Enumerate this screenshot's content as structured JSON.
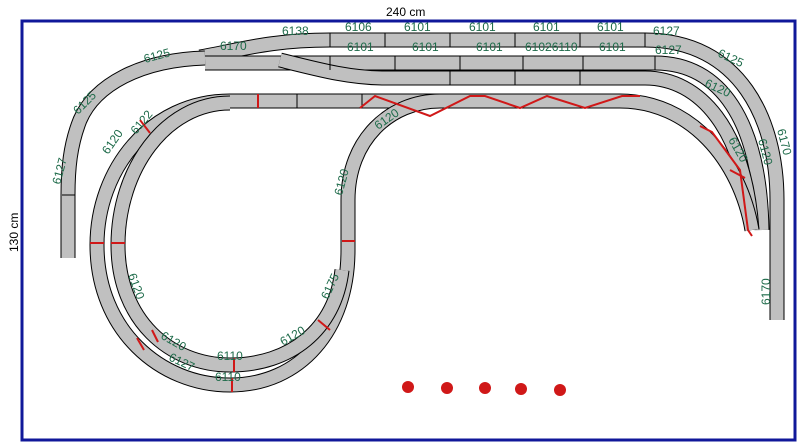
{
  "dimensions": {
    "width_label": "240 cm",
    "height_label": "130 cm"
  },
  "colors": {
    "border": "#10189a",
    "track": "#c0c0c0",
    "label": "#1e6b4a",
    "marker": "#d01818"
  },
  "track_labels": [
    "6106",
    "6101",
    "6101",
    "6101",
    "6101",
    "6127",
    "6138",
    "6170",
    "6125",
    "6101",
    "6101",
    "6101",
    "61026110",
    "6101",
    "6127",
    "6125",
    "6120",
    "6125",
    "6127",
    "6120",
    "6122",
    "6120",
    "6120",
    "6175",
    "6120",
    "6120",
    "6120",
    "6110",
    "6110",
    "6127",
    "6120",
    "6120",
    "6170",
    "6170"
  ]
}
